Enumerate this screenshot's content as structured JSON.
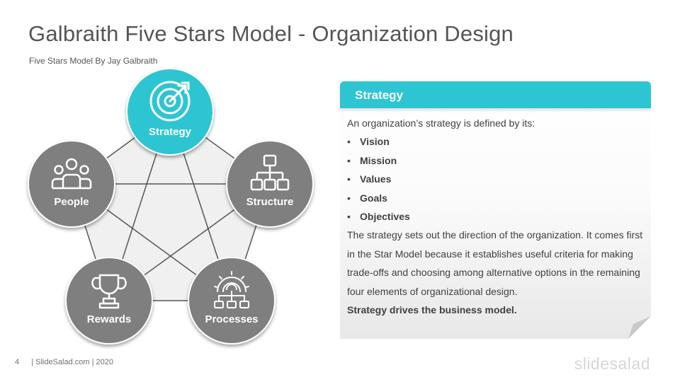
{
  "slide": {
    "title": "Galbraith Five Stars Model - Organization Design",
    "subtitle": "Five Stars Model  By Jay Galbraith"
  },
  "diagram": {
    "nodes": [
      {
        "id": "strategy",
        "label": "Strategy",
        "icon": "target-icon",
        "active": true
      },
      {
        "id": "structure",
        "label": "Structure",
        "icon": "org-chart-icon",
        "active": false
      },
      {
        "id": "processes",
        "label": "Processes",
        "icon": "gear-network-icon",
        "active": false
      },
      {
        "id": "rewards",
        "label": "Rewards",
        "icon": "trophy-icon",
        "active": false
      },
      {
        "id": "people",
        "label": "People",
        "icon": "people-group-icon",
        "active": false
      }
    ],
    "colors": {
      "active": "#2ec5d3",
      "inactive": "#7f7f7f",
      "lines": "#555555",
      "inner_fill": "#f0f0f0"
    }
  },
  "panel": {
    "title": "Strategy",
    "intro": "An organization’s strategy is defined by its:",
    "bullets": [
      "Vision",
      "Mission",
      "Values",
      "Goals",
      "Objectives"
    ],
    "body": "The strategy sets out the direction of the organization. It comes first in the Star Model because it establishes useful criteria for making trade-offs and choosing among alternative options in the remaining four elements of organizational design.",
    "conclusion": "Strategy drives the business model.",
    "header_color": "#2ec5d3"
  },
  "footer": {
    "page_number": "4",
    "credit": "| SlideSalad.com | 2020",
    "logo": "slidesalad"
  }
}
